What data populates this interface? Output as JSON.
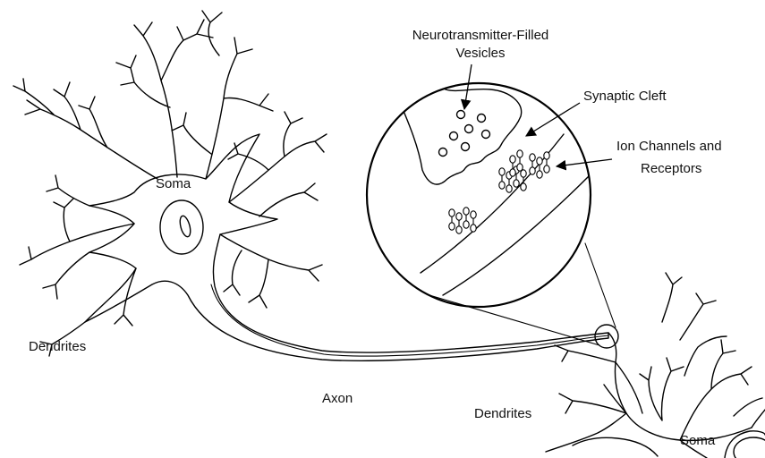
{
  "labels": {
    "vesicles_line1": "Neurotransmitter-Filled",
    "vesicles_line2": "Vesicles",
    "synaptic_cleft": "Synaptic Cleft",
    "ion_line1": "Ion Channels and",
    "ion_line2": "Receptors",
    "soma_left": "Soma",
    "dendrites_left": "Dendrites",
    "axon": "Axon",
    "dendrites_right": "Dendrites",
    "soma_right": "Soma"
  },
  "colors": {
    "line": "#000000",
    "background": "#ffffff"
  }
}
